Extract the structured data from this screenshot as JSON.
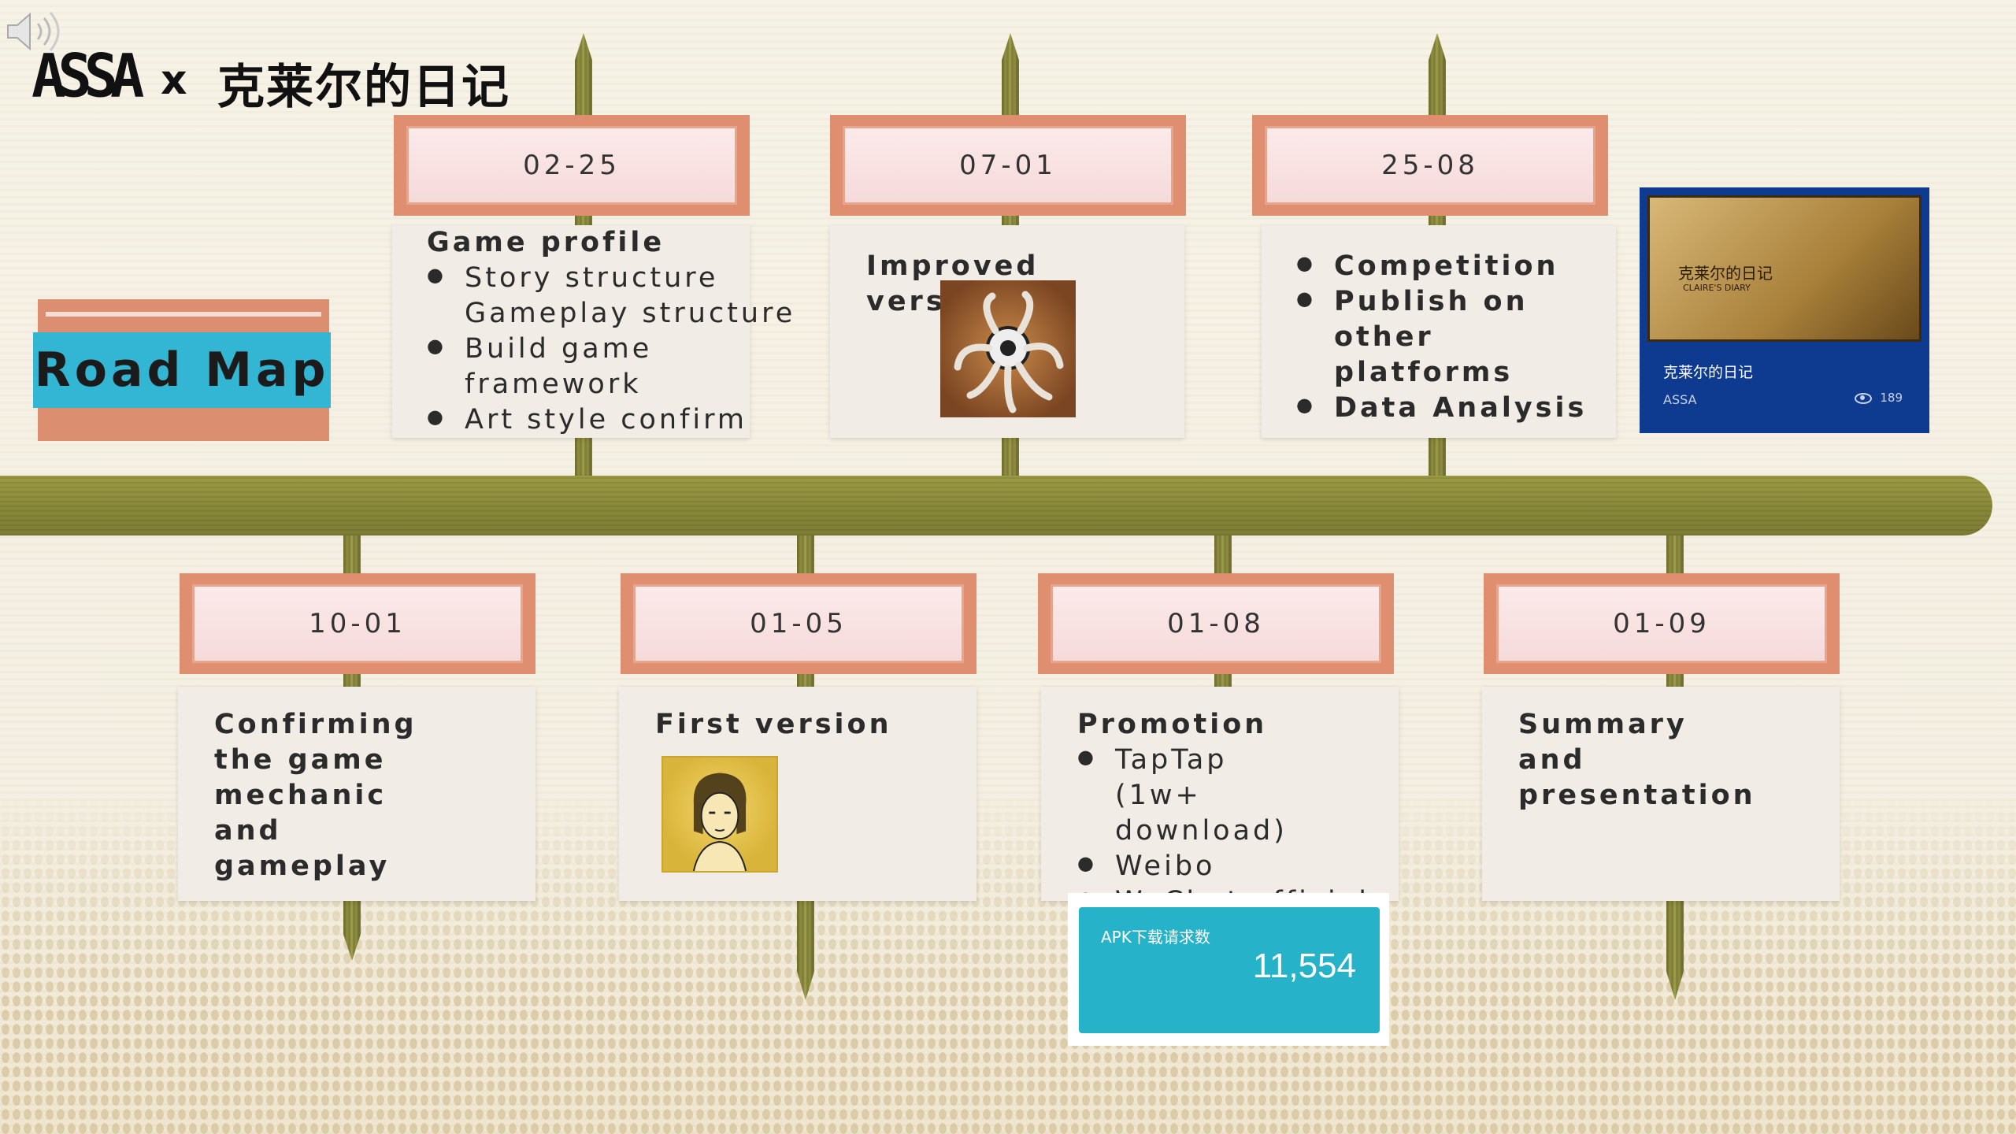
{
  "header": {
    "logo_text": "ASSA",
    "x": "x",
    "title": "克莱尔的日记"
  },
  "road_map_label": "Road Map",
  "top": [
    {
      "date": "02-25",
      "heading": "Game profile",
      "items": [
        "Story structure",
        "Gameplay structure",
        "Build game framework",
        "Art style confirm"
      ]
    },
    {
      "date": "07-01",
      "heading": "Improved version"
    },
    {
      "date": "25-08",
      "items": [
        "Competition",
        "Publish on other platforms",
        "Data Analysis"
      ]
    }
  ],
  "bottom": [
    {
      "date": "10-01",
      "text": "Confirming the game mechanic and gameplay"
    },
    {
      "date": "01-05",
      "text": "First version"
    },
    {
      "date": "01-08",
      "heading": "Promotion",
      "items": [
        "TapTap (1w+ download)",
        "Weibo",
        "WeChat official"
      ]
    },
    {
      "date": "01-09",
      "text": "Summary and presentation"
    }
  ],
  "thumbnail": {
    "image_title": "克莱尔的日记",
    "image_subtitle": "CLAIRE'S DIARY",
    "caption": "克莱尔的日记",
    "author": "ASSA",
    "views": "189"
  },
  "apk": {
    "label": "APK下载请求数",
    "value": "11,554"
  }
}
